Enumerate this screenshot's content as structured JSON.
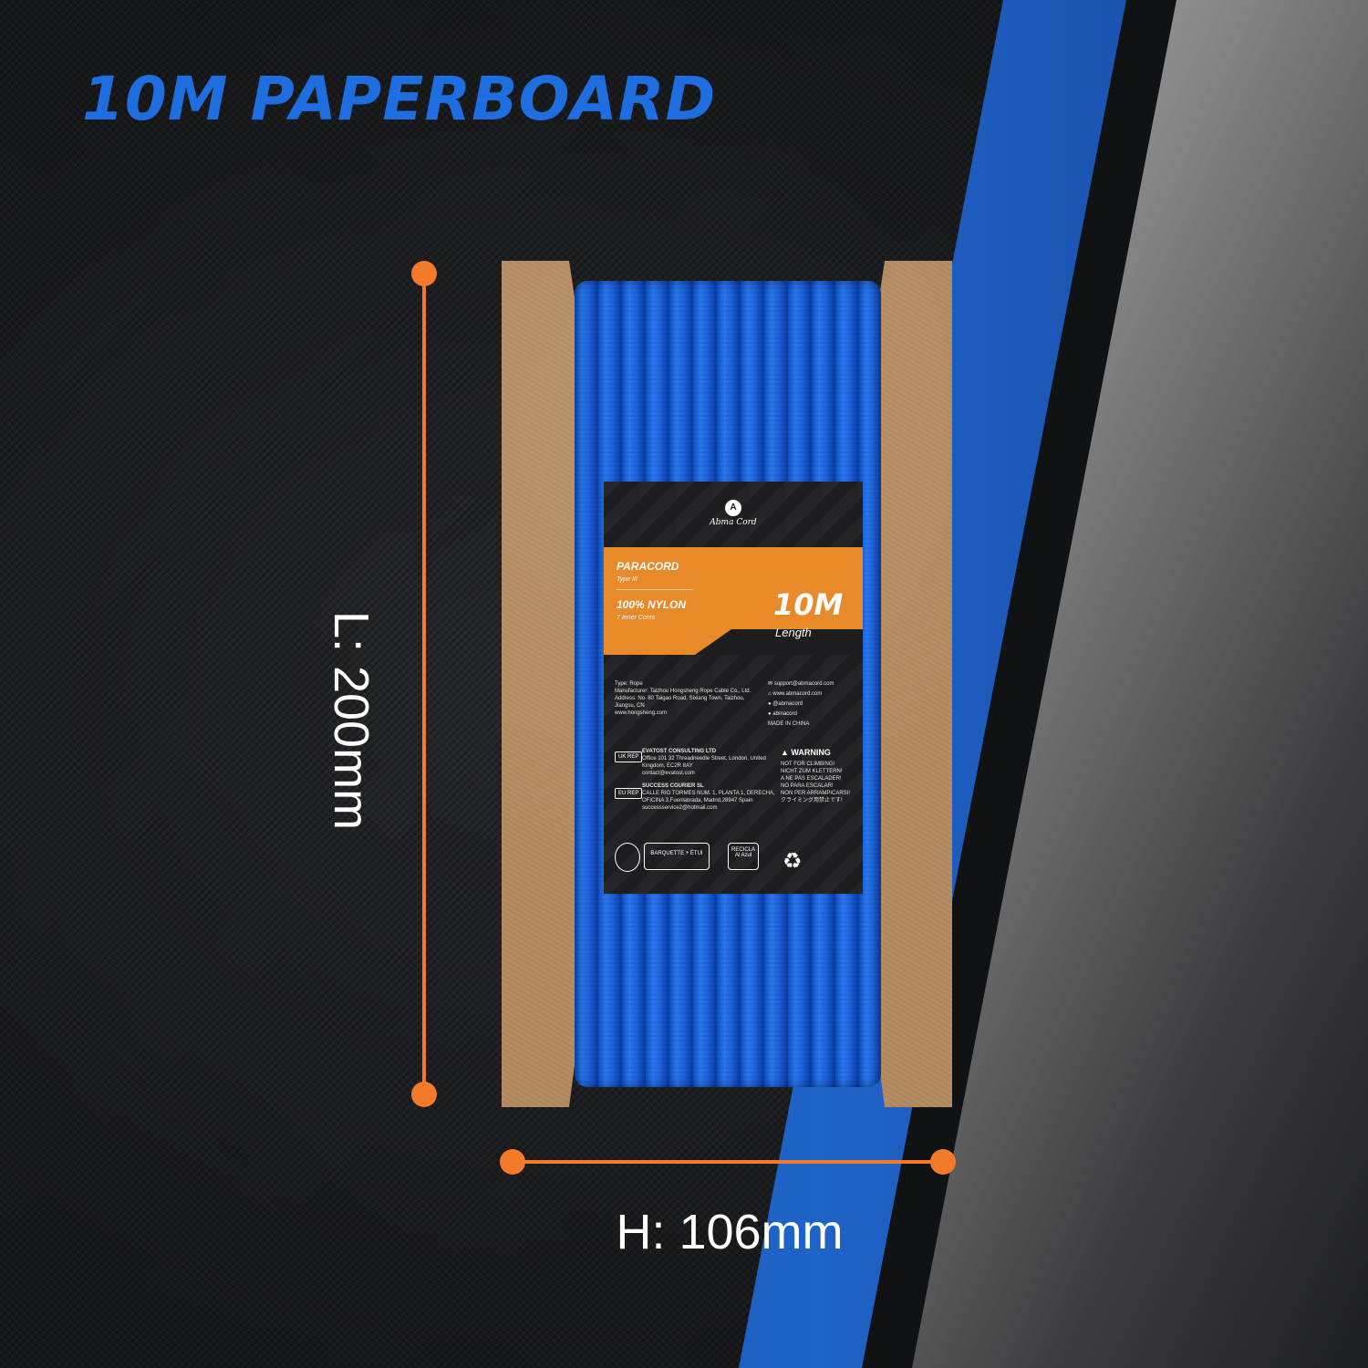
{
  "title": "10M PAPERBOARD",
  "dimensions": {
    "length_label": "L: 200mm",
    "height_label": "H: 106mm"
  },
  "colors": {
    "accent_orange": "#f47a2a",
    "title_blue": "#1e6ee0",
    "cord_blue": "#1b5fd8"
  },
  "label": {
    "brand": "Abma Cord",
    "product": "PARACORD",
    "product_type": "Type III",
    "material": "100% NYLON",
    "cores": "7 Inner Cores",
    "length_value": "10M",
    "length_caption": "Length",
    "type_line": "Type: Rope",
    "manufacturer": "Manufacturer: Taizhou Hongsheng Rope Cable Co., Ltd.",
    "address": "Address: No. 80 Taigao Road, Sixiang Town, Taizhou, Jiangsu, CN",
    "website_mfr": "www.hongsheng.com",
    "email": "support@abmacord.com",
    "website": "www.abmacord.com",
    "facebook": "@abmacord",
    "social": "abmacord",
    "made_in": "MADE IN CHINA",
    "uk_tag": "UK REP",
    "uk_rep_name": "EVATOST CONSULTING LTD",
    "uk_rep_address": "Office 101 32 Threadneedle Street, London, United Kingdom, EC2R 8AY",
    "uk_rep_contact": "contact@evatost.com",
    "eu_tag": "EU REP",
    "eu_rep_name": "SUCCESS COURIER SL",
    "eu_rep_address": "CALLE RIO TORMES NUM. 1, PLANTA 1, DERECHA, OFICINA 3,Fuenlabrada, Madrid,28947 Spain",
    "eu_rep_contact": "successservice2@hotmail.com",
    "warning_title": "WARNING",
    "warnings": [
      "NOT FOR CLIMBING!",
      "NICHT ZUM KLETTERN!",
      "A NE PAS ESCALADER!",
      "NO PARA ESCALAR!",
      "NON PER ARRAMPICARSI!",
      "クライミング用禁止です!"
    ],
    "fr_icon": "BARQUETTE + ÉTUI",
    "recicla_icon": "RECICLA Al Azul",
    "recycle_icon": "recycle-icon"
  }
}
